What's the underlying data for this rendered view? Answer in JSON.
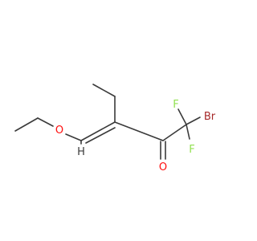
{
  "molecule": {
    "colors": {
      "bond": "#3a3a3a",
      "oxygen": "#ff0d0d",
      "fluorine": "#90e050",
      "bromine": "#a62929",
      "hydrogen": "#3a3a3a"
    },
    "atoms": {
      "ether_oxygen": "O",
      "carbonyl_oxygen": "O",
      "bromine": "Br",
      "fluorine_top": "F",
      "fluorine_bottom": "F",
      "hydrogen": "H"
    }
  }
}
